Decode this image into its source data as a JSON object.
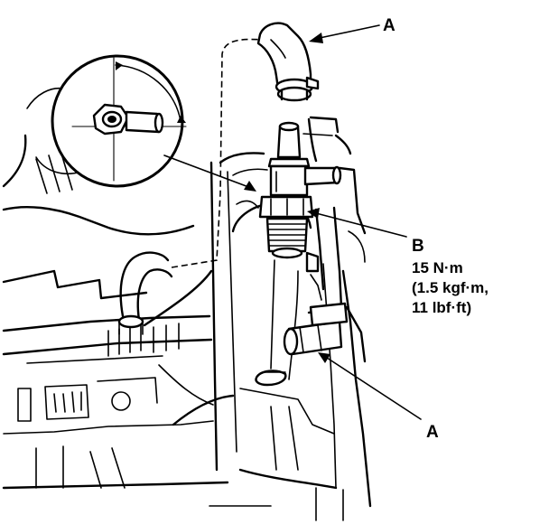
{
  "callouts": {
    "a_top": "A",
    "a_bottom": "A",
    "b": "B",
    "torque": [
      "15 N·m",
      "(1.5 kgf·m,",
      "11 lbf·ft)"
    ]
  }
}
